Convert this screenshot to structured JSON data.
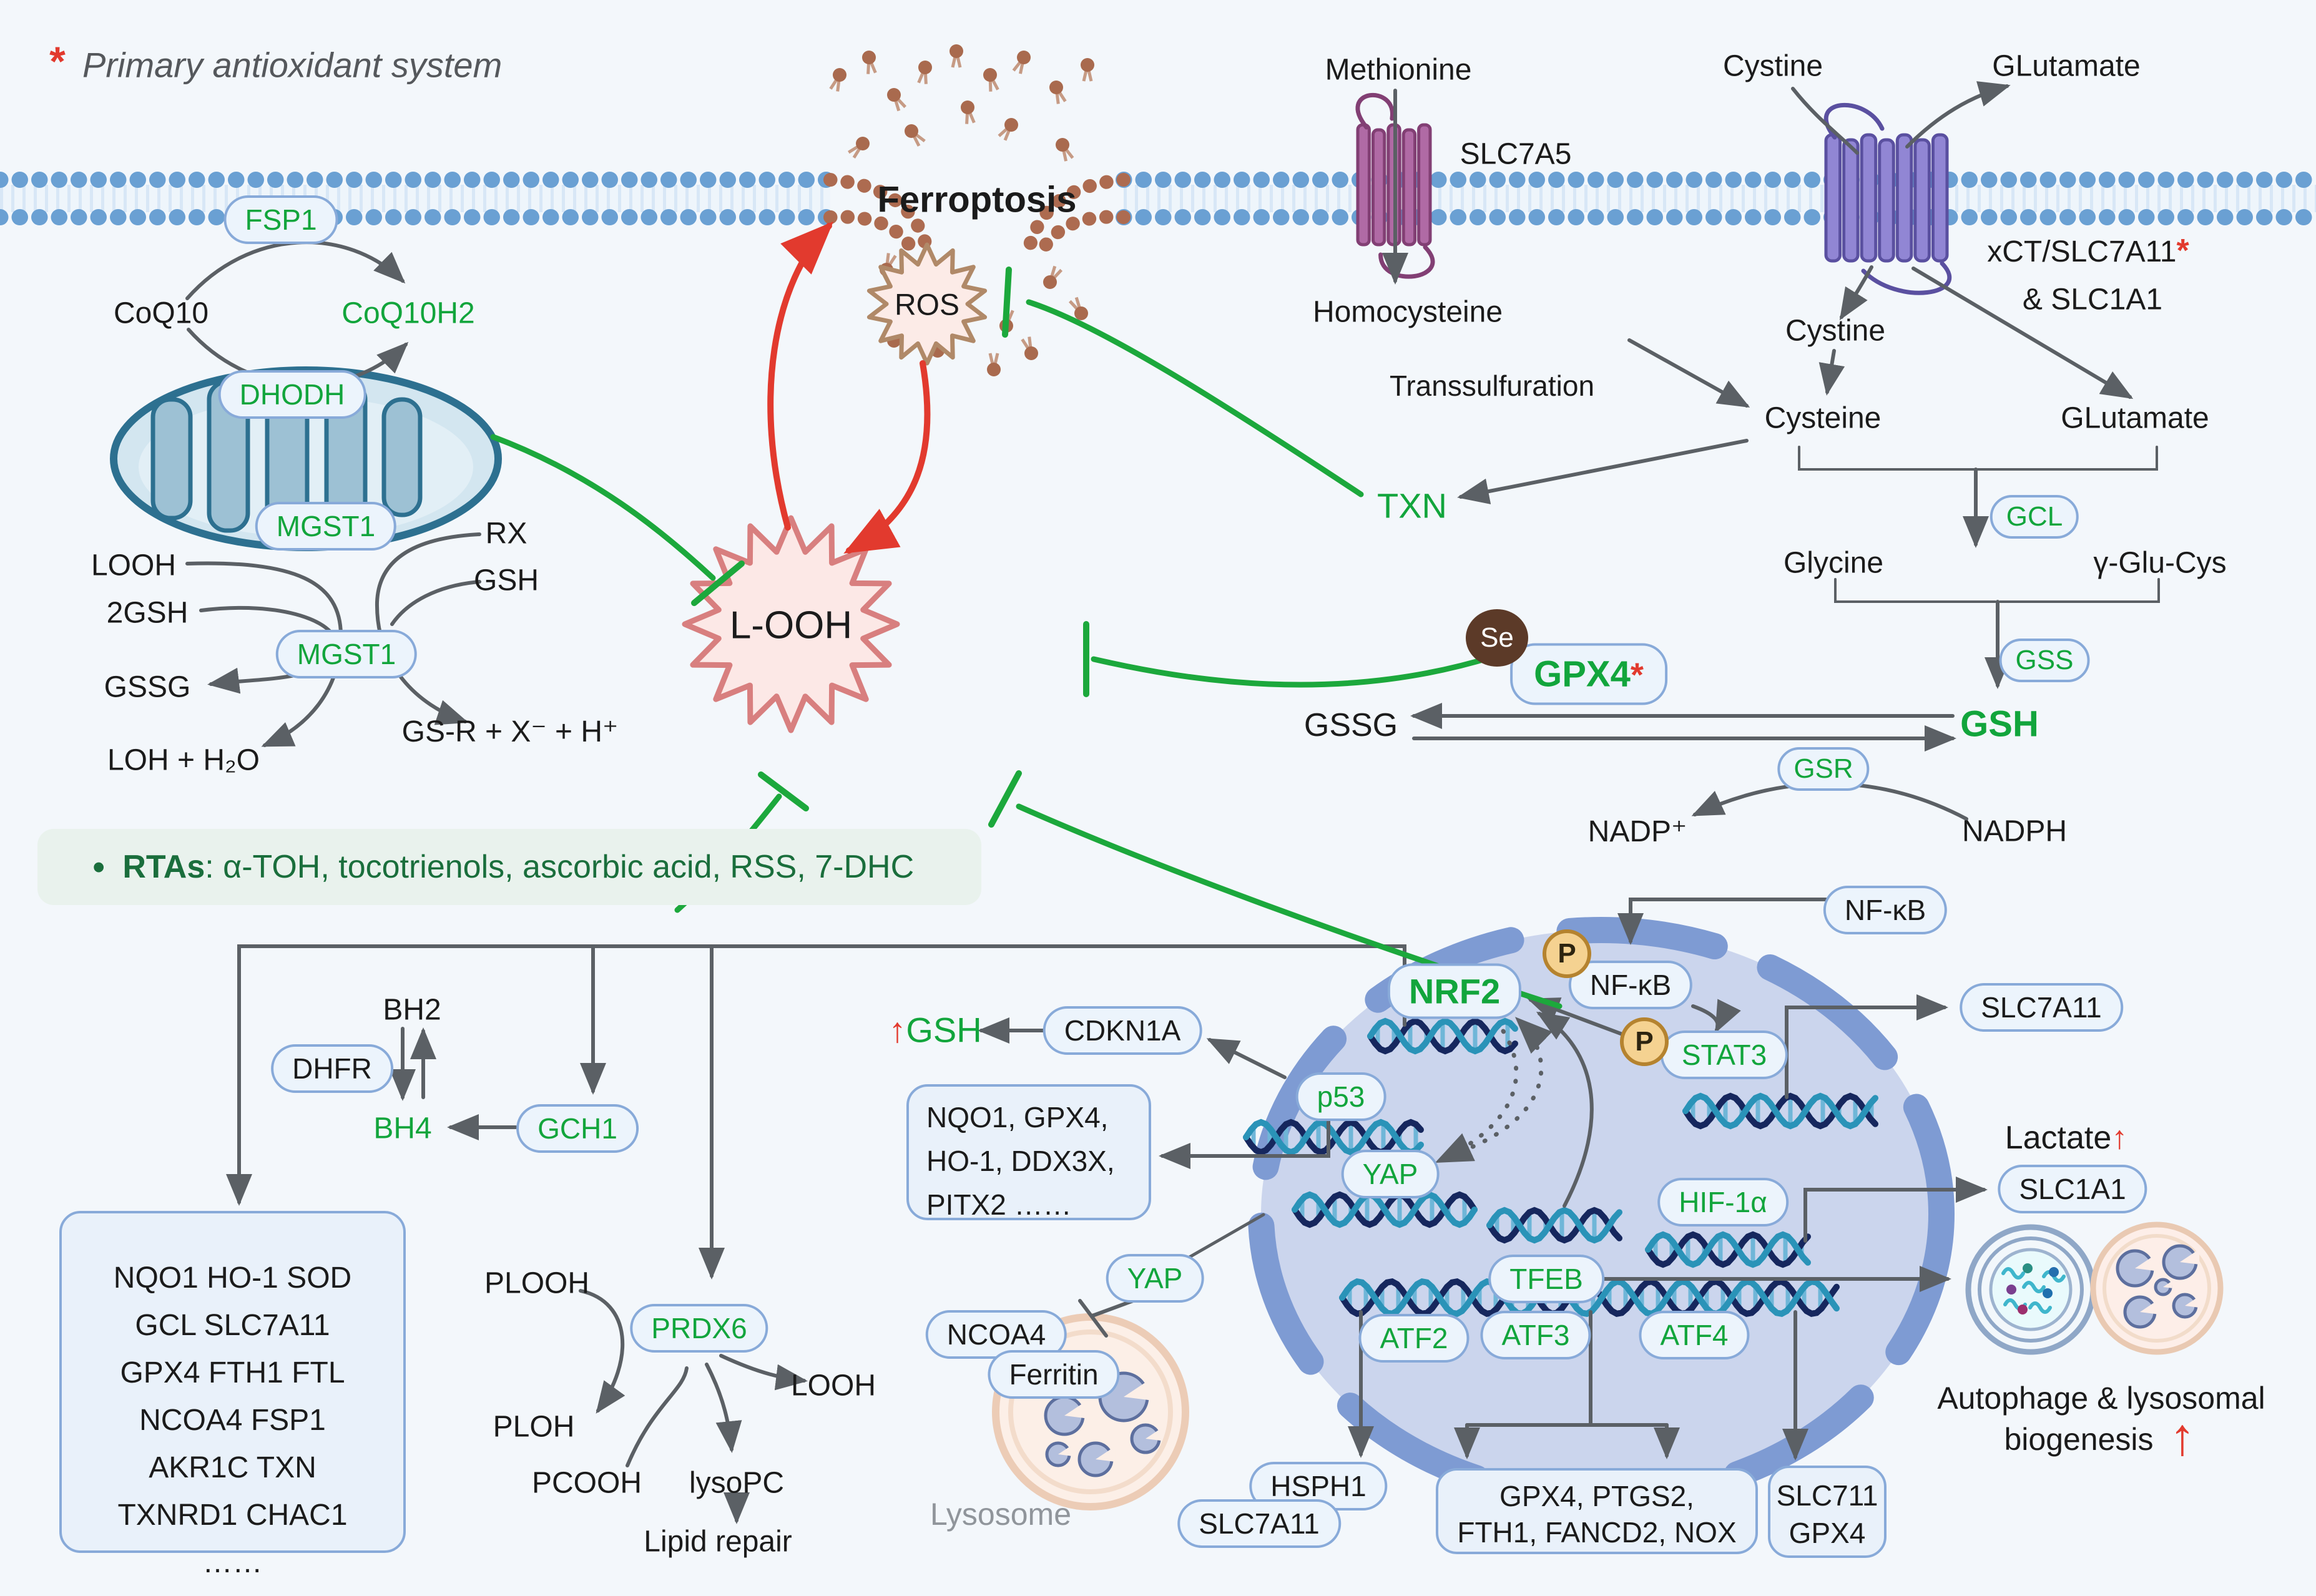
{
  "legend": {
    "asterisk": "*",
    "text": "Primary antioxidant system"
  },
  "membrane": {
    "ferroptosis": "Ferroptosis"
  },
  "fsp1_cycle": {
    "fsp1": "FSP1",
    "coq10": "CoQ10",
    "coq10h2": "CoQ10H2",
    "dhodh": "DHODH"
  },
  "mgst1_system": {
    "mgst1_outer": "MGST1",
    "mgst1_inner": "MGST1",
    "looh": "LOOH",
    "gsh2": "2GSH",
    "gssg": "GSSG",
    "loh": "LOH + H₂O",
    "rx": "RX",
    "gsh": "GSH",
    "gsr_product": "GS-R + X⁻ + H⁺"
  },
  "center": {
    "looh": "L-OOH",
    "ros": "ROS"
  },
  "methionine_path": {
    "methionine": "Methionine",
    "slc7a5": "SLC7A5",
    "homocysteine": "Homocysteine",
    "transsulfuration": "Transsulfuration"
  },
  "cystine_path": {
    "cystine_out": "Cystine",
    "glutamate_out": "GLutamate",
    "xct": "xCT/SLC7A11",
    "xct_asterisk": "*",
    "slc1a1": "& SLC1A1",
    "cystine_in": "Cystine",
    "cysteine": "Cysteine",
    "glutamate_in": "GLutamate",
    "txn": "TXN"
  },
  "gsh_synthesis": {
    "gcl": "GCL",
    "glycine": "Glycine",
    "glu_cys": "γ-Glu-Cys",
    "gss": "GSS",
    "gsh": "GSH",
    "gssg": "GSSG",
    "gsr": "GSR",
    "nadp": "NADP⁺",
    "nadph": "NADPH"
  },
  "gpx4": {
    "se": "Se",
    "label": "GPX4",
    "asterisk": "*"
  },
  "rtas": {
    "bullet": "•",
    "name": "RTAs",
    "rest": ": α-TOH, tocotrienols, ascorbic acid,  RSS,  7-DHC"
  },
  "bh4_path": {
    "bh2": "BH2",
    "dhfr": "DHFR",
    "bh4": "BH4",
    "gch1": "GCH1"
  },
  "antioxidant_box": {
    "lines": [
      "NQO1 HO-1  SOD",
      "GCL  SLC7A11",
      "GPX4  FTH1 FTL",
      "NCOA4 FSP1",
      "AKR1C TXN",
      "TXNRD1  CHAC1",
      "……"
    ]
  },
  "prdx6_path": {
    "plooh": "PLOOH",
    "prdx6": "PRDX6",
    "ploh": "PLOH",
    "pcooh": "PCOOH",
    "lysopc": "lysoPC",
    "looh": "LOOH",
    "lipid_repair": "Lipid repair"
  },
  "nucleus": {
    "nrf2": "NRF2",
    "nfkb_in": "NF-κB",
    "nfkb_out": "NF-κB",
    "p1": "P",
    "p2": "P",
    "stat3": "STAT3",
    "p53": "p53",
    "cdkn1a": "CDKN1A",
    "gsh_up_arrow": "↑",
    "gsh_up": "GSH",
    "targets_box": {
      "lines": [
        "NQO1, GPX4,",
        "HO-1, DDX3X,",
        "PITX2 ……"
      ]
    },
    "yap_in": "YAP",
    "yap_out": "YAP",
    "tfeb": "TFEB",
    "hif1a": "HIF-1α",
    "atf2": "ATF2",
    "atf3": "ATF3",
    "atf4": "ATF4"
  },
  "outputs": {
    "slc7a11": "SLC7A11",
    "lactate": "Lactate",
    "lactate_arrow": "↑",
    "slc1a1": "SLC1A1",
    "ncoa4": "NCOA4",
    "ferritin": "Ferritin",
    "lysosome": "Lysosome",
    "hsph1": "HSPH1",
    "slc7a11_b": "SLC7A11",
    "gpx4_box": {
      "lines": [
        "GPX4, PTGS2,",
        "FTH1, FANCD2, NOX"
      ]
    },
    "slc711_box": {
      "lines": [
        "SLC711",
        "GPX4"
      ]
    }
  },
  "autophagy": {
    "line1": "Autophage & lysosomal",
    "line2": "biogenesis",
    "arrow": "↑"
  },
  "colors": {
    "green": "#12a53c",
    "dark_green": "#1a6e3c",
    "red": "#e23a2e",
    "gray_arrow": "#5b6065",
    "pill_border": "#88aad9",
    "pill_bg": "#ecf4fc",
    "nucleus_fill": "#cbd5ed",
    "membrane_blue": "#6aa0d3"
  }
}
